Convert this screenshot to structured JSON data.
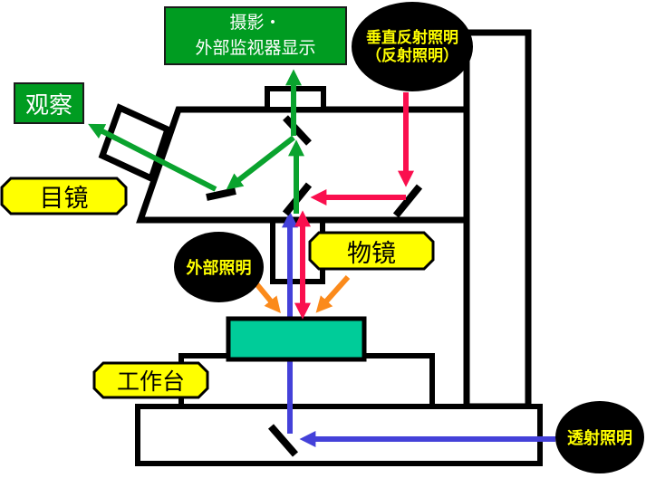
{
  "diagram_title": "microscope illumination and observation light paths",
  "labels": {
    "camera_display": {
      "line1": "摄影・",
      "line2": "外部监视器显示"
    },
    "observation": "观察",
    "eyepiece": "目镜",
    "objective": "物镜",
    "stage": "工作台",
    "vertical_reflected": {
      "line1": "垂直反射照明",
      "line2": "（反射照明）"
    },
    "external_illumination": "外部照明",
    "transmitted_illumination": "透射照明"
  },
  "colors": {
    "green-box": "#009C21",
    "green-arrow": "#0AA32E",
    "yellow": "#FFFF00",
    "teal": "#00CC99",
    "red": "#FA0F4E",
    "blue": "#4441D9",
    "orange": "#FB8A1B",
    "ink": "#000000"
  }
}
